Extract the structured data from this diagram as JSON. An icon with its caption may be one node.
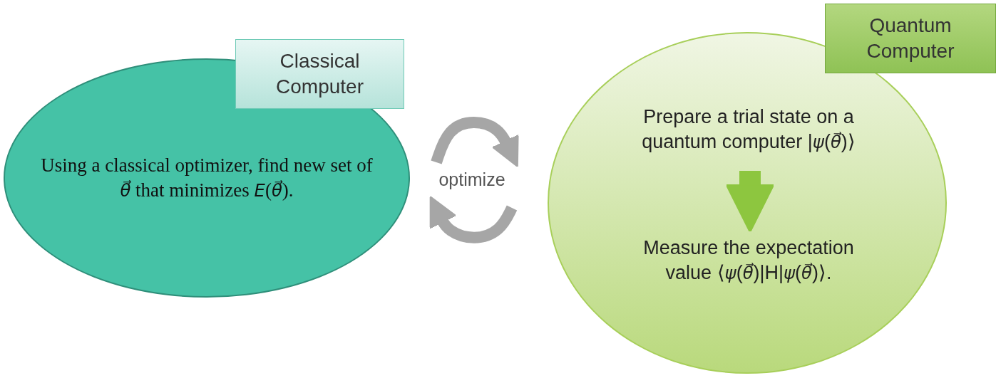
{
  "diagram": {
    "nodes": [
      {
        "text": [
          "Using a classical optimizer, find new set of *θ⃗* that minimizes *E*(*θ⃗*)."
        ]
      },
      {
        "text": [
          "Classical Computer"
        ]
      },
      {
        "text": [],
        "shape": "circle"
      },
      {
        "text": [
          "Prepare a trial state on a quantum computer |*ψ*(*θ⃗*)⟩"
        ],
        "in": 2
      },
      {
        "text": [
          "Measure the expectation value ⟨*ψ*(*θ⃗*)|H|*ψ*(*θ⃗*)⟩."
        ],
        "in": 2
      },
      {
        "text": [
          "Quantum Computer"
        ]
      }
    ],
    "edges": [
      {
        "from": 0,
        "to": 2,
        "arrow": "to",
        "label": "optimize"
      },
      {
        "from": 2,
        "to": 0,
        "arrow": "to"
      },
      {
        "from": 3,
        "to": 4,
        "arrow": "to",
        "style": "thick",
        "color": "#8dc63f"
      }
    ]
  }
}
